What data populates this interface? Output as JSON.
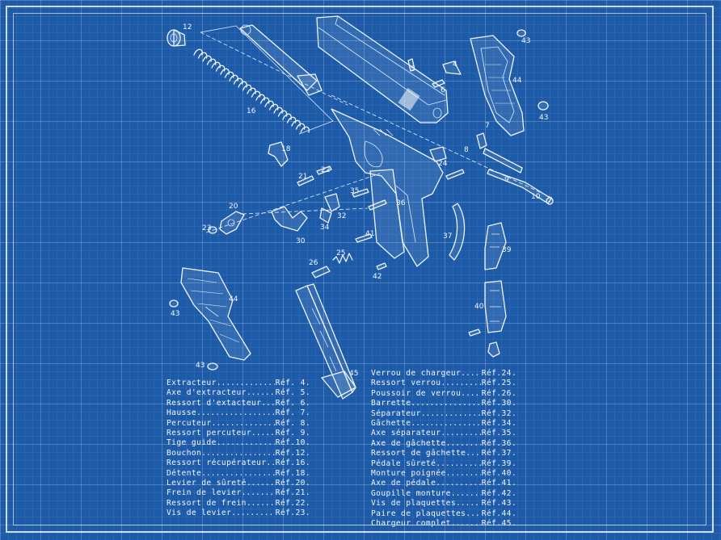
{
  "callouts": [
    {
      "id": "c12",
      "text": "12"
    },
    {
      "id": "c16",
      "text": "16"
    },
    {
      "id": "c5",
      "text": "5"
    },
    {
      "id": "c4",
      "text": "4"
    },
    {
      "id": "c6",
      "text": "6"
    },
    {
      "id": "c43a",
      "text": "43"
    },
    {
      "id": "c44a",
      "text": "44"
    },
    {
      "id": "c43b",
      "text": "43"
    },
    {
      "id": "c7",
      "text": "7"
    },
    {
      "id": "c8",
      "text": "8"
    },
    {
      "id": "c9",
      "text": "9"
    },
    {
      "id": "c10",
      "text": "10"
    },
    {
      "id": "c18",
      "text": "18"
    },
    {
      "id": "c22",
      "text": "22"
    },
    {
      "id": "c21",
      "text": "21"
    },
    {
      "id": "c24",
      "text": "24"
    },
    {
      "id": "c35",
      "text": "35"
    },
    {
      "id": "c36",
      "text": "36"
    },
    {
      "id": "c20",
      "text": "20"
    },
    {
      "id": "c23",
      "text": "23"
    },
    {
      "id": "c32",
      "text": "32"
    },
    {
      "id": "c34",
      "text": "34"
    },
    {
      "id": "c30",
      "text": "30"
    },
    {
      "id": "c41",
      "text": "41"
    },
    {
      "id": "c37",
      "text": "37"
    },
    {
      "id": "c39",
      "text": "39"
    },
    {
      "id": "c25",
      "text": "25"
    },
    {
      "id": "c26",
      "text": "26"
    },
    {
      "id": "c42",
      "text": "42"
    },
    {
      "id": "c44b",
      "text": "44"
    },
    {
      "id": "c43c",
      "text": "43"
    },
    {
      "id": "c40",
      "text": "40"
    },
    {
      "id": "c43d",
      "text": "43"
    },
    {
      "id": "c45",
      "text": "45"
    }
  ],
  "legend_left": [
    {
      "name": "Extracteur",
      "ref": "Réf. 4."
    },
    {
      "name": "Axe d'extracteur",
      "ref": "Réf. 5."
    },
    {
      "name": "Ressort d'extacteur",
      "ref": "Réf. 6."
    },
    {
      "name": "Hausse",
      "ref": "Réf. 7."
    },
    {
      "name": "Percuteur",
      "ref": "Réf. 8."
    },
    {
      "name": "Ressort percuteur",
      "ref": "Réf. 9."
    },
    {
      "name": "Tige guide",
      "ref": "Réf.10."
    },
    {
      "name": "Bouchon",
      "ref": "Réf.12."
    },
    {
      "name": "Ressort récupérateur",
      "ref": "Réf.16."
    },
    {
      "name": "Détente",
      "ref": "Réf.18."
    },
    {
      "name": "Levier de sûreté",
      "ref": "Réf.20."
    },
    {
      "name": "Frein de levier",
      "ref": "Réf.21."
    },
    {
      "name": "Ressort de frein",
      "ref": "Réf.22."
    },
    {
      "name": "Vis de levier",
      "ref": "Réf.23."
    }
  ],
  "legend_right": [
    {
      "name": "Verrou de chargeur",
      "ref": "Réf.24."
    },
    {
      "name": "Ressort verrou",
      "ref": "Réf.25."
    },
    {
      "name": "Poussoir de verrou",
      "ref": "Réf.26."
    },
    {
      "name": "Barrette",
      "ref": "Réf.30."
    },
    {
      "name": "Séparateur",
      "ref": "Réf.32."
    },
    {
      "name": "Gâchette",
      "ref": "Réf.34."
    },
    {
      "name": "Axe séparateur",
      "ref": "Réf.35."
    },
    {
      "name": "Axe de gâchette",
      "ref": "Réf.36."
    },
    {
      "name": "Ressort de gâchette",
      "ref": "Réf.37."
    },
    {
      "name": "Pédale sûreté",
      "ref": "Réf.39."
    },
    {
      "name": "Monture poignée",
      "ref": "Réf.40."
    },
    {
      "name": "Axe de pédale",
      "ref": "Réf.41."
    },
    {
      "name": "Goupille monture",
      "ref": "Réf.42."
    },
    {
      "name": "Vis de plaquettes",
      "ref": "Réf.43."
    },
    {
      "name": "Paire de plaquettes",
      "ref": "Réf.44."
    },
    {
      "name": "Chargeur complet",
      "ref": "Réf.45."
    }
  ],
  "colors": {
    "background": "#1d5ba9",
    "ink": "#eef5ff",
    "grid": "rgba(255,255,255,0.16)"
  }
}
